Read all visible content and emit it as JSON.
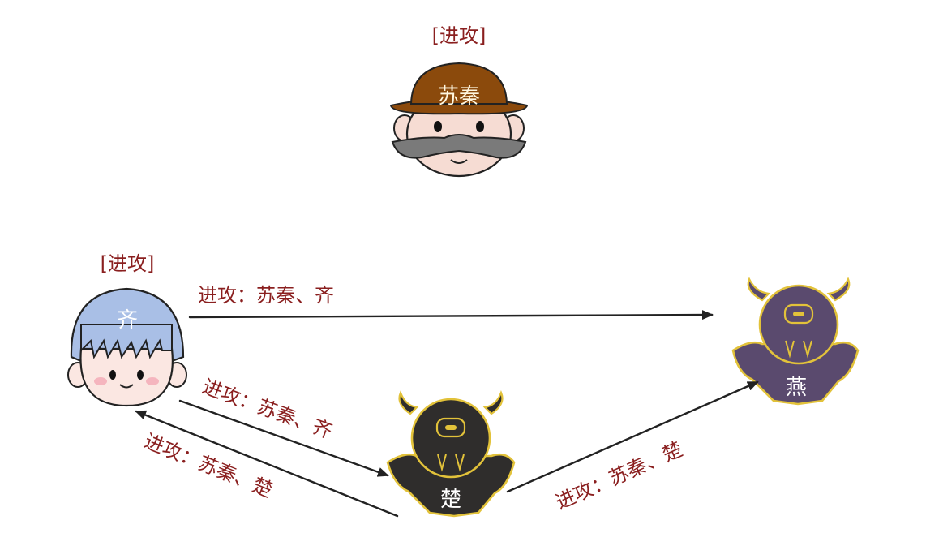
{
  "nodes": {
    "suqin": {
      "name": "苏秦",
      "status": "[进攻]"
    },
    "qi": {
      "name": "齐",
      "status": "[进攻]"
    },
    "chu": {
      "name": "楚"
    },
    "yan": {
      "name": "燕"
    }
  },
  "edges": {
    "qi_to_yan": "进攻：苏秦、齐",
    "qi_to_chu": "进攻：苏秦、齐",
    "chu_to_qi": "进攻：苏秦、楚",
    "chu_to_yan": "进攻：苏秦、楚"
  },
  "colors": {
    "status_text": "#8a1f1f",
    "hat_brown": "#8b4a0c",
    "qi_hair": "#a9bfe6",
    "chu_body": "#2f2d2c",
    "yan_body": "#5a4a6e",
    "outline_gold": "#e2c23a"
  }
}
